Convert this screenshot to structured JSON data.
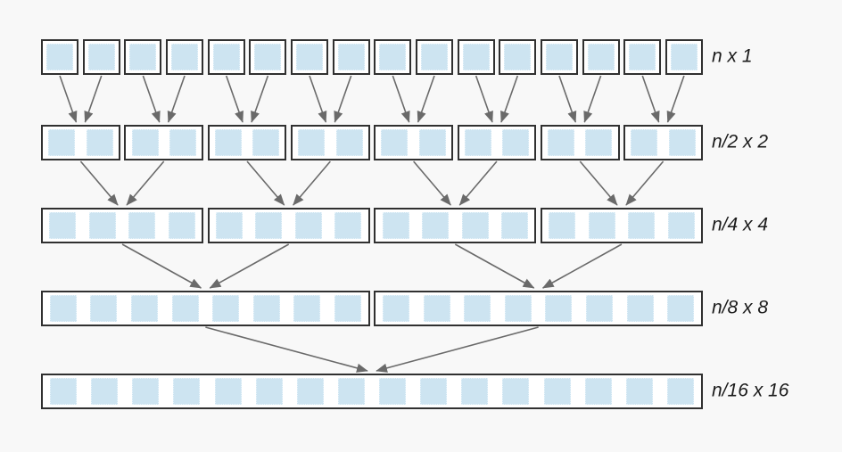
{
  "diagram": {
    "rows": [
      {
        "label": "n x 1",
        "groups": 16,
        "cells_per_group": 1
      },
      {
        "label": "n/2 x 2",
        "groups": 8,
        "cells_per_group": 2
      },
      {
        "label": "n/4 x 4",
        "groups": 4,
        "cells_per_group": 4
      },
      {
        "label": "n/8 x 8",
        "groups": 2,
        "cells_per_group": 8
      },
      {
        "label": "n/16 x 16",
        "groups": 1,
        "cells_per_group": 16
      }
    ],
    "colors": {
      "background": "#f8f8f8",
      "box_border": "#303030",
      "box_fill": "#ffffff",
      "cell_fill": "#cde4f1",
      "cell_border": "#e7f3fa",
      "arrow": "#6a6a6a",
      "label_text": "#1b1b1b"
    }
  }
}
